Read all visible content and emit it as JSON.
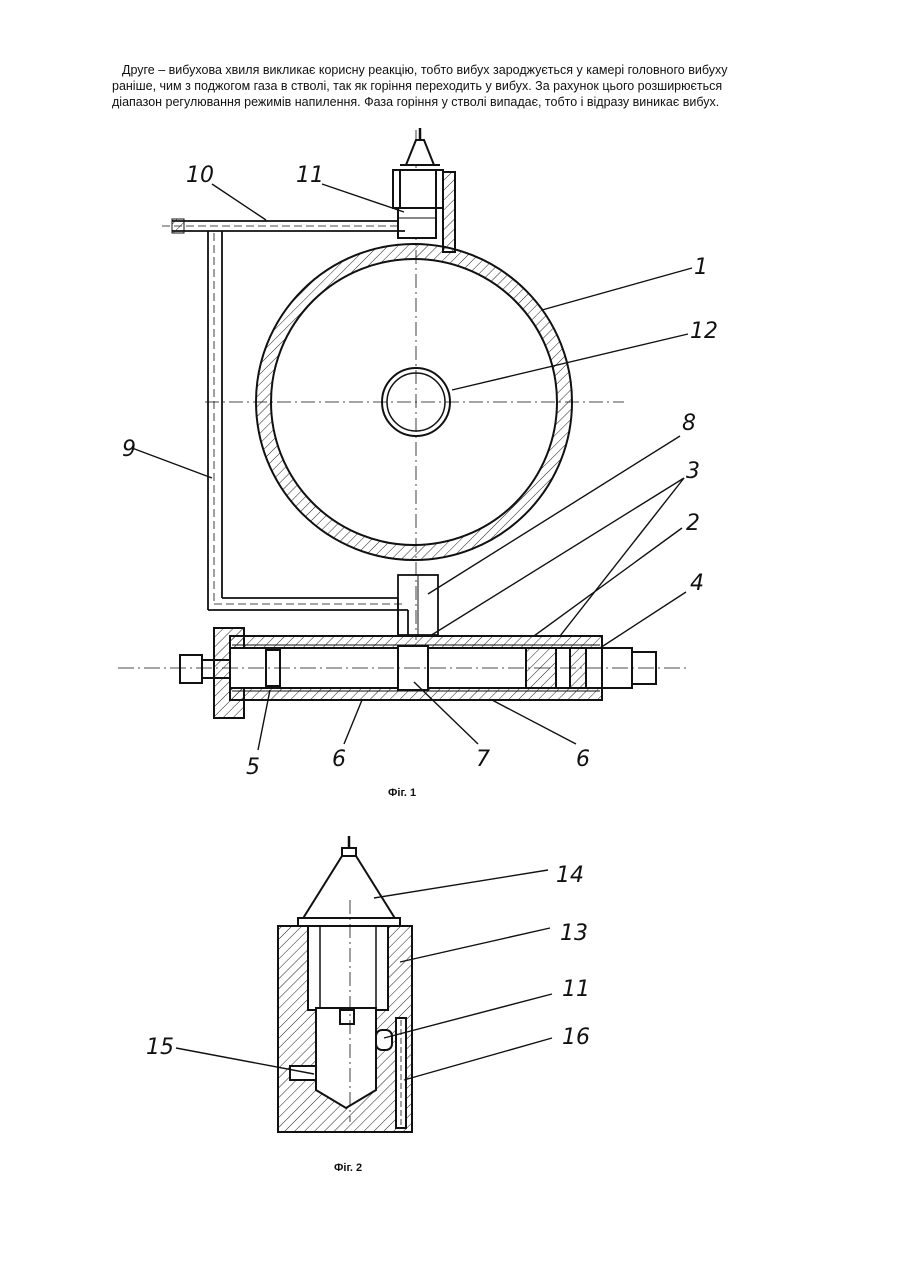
{
  "paragraph": {
    "lines": [
      "Друге – вибухова хвиля викликає корисну реакцію, тобто вибух зароджується у камері головного вибуху",
      "раніше, чим з поджогом газа в стволі, так як горіння переходить у вибух. За рахунок цього розширюється",
      "діапазон регулювання режимів напилення. Фаза горіння у стволі випадає, тобто і відразу виникає вибух."
    ]
  },
  "figure1": {
    "caption": "Фіг. 1",
    "labels": {
      "l1": "1",
      "l2": "2",
      "l3": "3",
      "l4": "4",
      "l5": "5",
      "l6a": "6",
      "l6b": "6",
      "l7": "7",
      "l8": "8",
      "l9": "9",
      "l10": "10",
      "l11": "11",
      "l12": "12"
    }
  },
  "figure2": {
    "caption": "Фіг. 2",
    "labels": {
      "l11": "11",
      "l13": "13",
      "l14": "14",
      "l15": "15",
      "l16": "16"
    }
  }
}
